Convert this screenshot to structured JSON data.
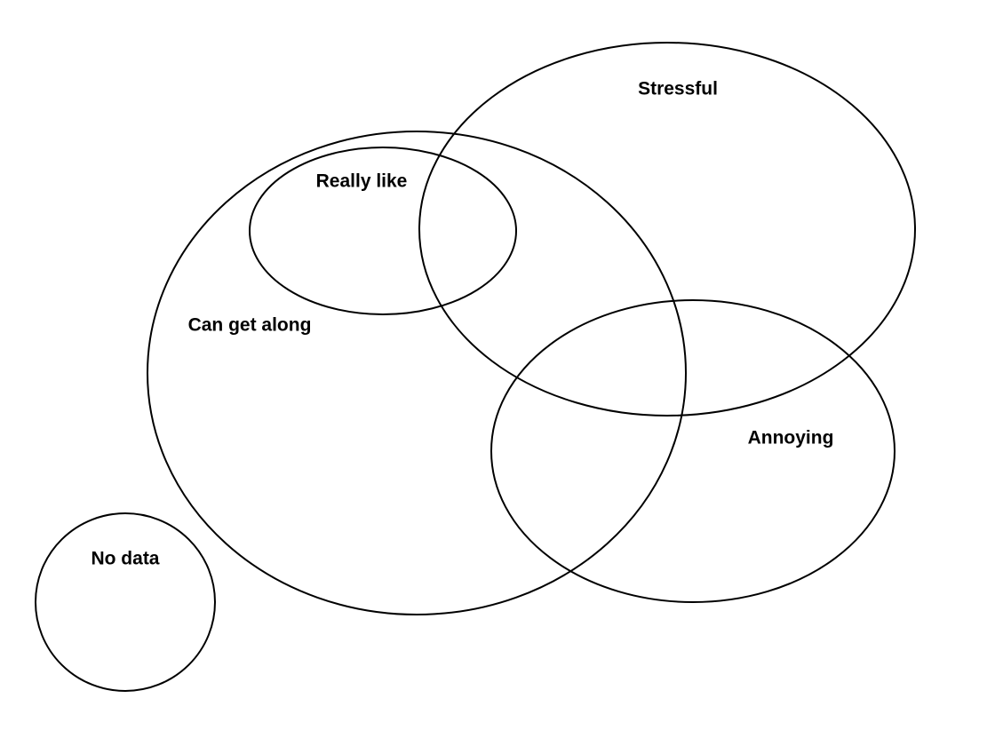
{
  "diagram": {
    "type": "venn",
    "sets": [
      {
        "id": "stressful",
        "label": "Stressful"
      },
      {
        "id": "can-get-along",
        "label": "Can get along"
      },
      {
        "id": "really-like",
        "label": "Really like"
      },
      {
        "id": "annoying",
        "label": "Annoying"
      },
      {
        "id": "no-data",
        "label": "No data"
      }
    ]
  },
  "colors": {
    "background": "#ffffff",
    "outline": "#000000",
    "label": "#000000"
  }
}
